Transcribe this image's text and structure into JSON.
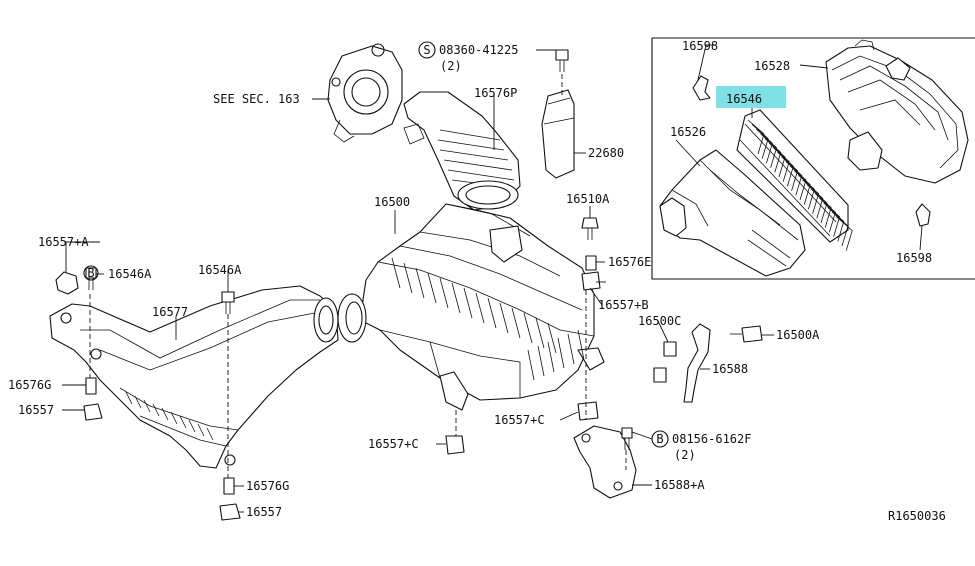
{
  "diagram_id": "R1650036",
  "callouts": [
    {
      "key": "c16598a",
      "text": "16598"
    },
    {
      "key": "c16528",
      "text": "16528"
    },
    {
      "key": "c16546main",
      "text": "16546",
      "highlighted": true
    },
    {
      "key": "c16526",
      "text": "16526"
    },
    {
      "key": "c16598b",
      "text": "16598"
    },
    {
      "key": "cbolt1",
      "text": "08360-41225"
    },
    {
      "key": "cbolt1qty",
      "text": "(2)"
    },
    {
      "key": "c16576p",
      "text": "16576P"
    },
    {
      "key": "csee163",
      "text": "SEE SEC. 163"
    },
    {
      "key": "c22680",
      "text": "22680"
    },
    {
      "key": "c16500",
      "text": "16500"
    },
    {
      "key": "c16510a",
      "text": "16510A"
    },
    {
      "key": "c16557a",
      "text": "16557+A"
    },
    {
      "key": "c16546a1",
      "text": "16546A"
    },
    {
      "key": "c16546a2",
      "text": "16546A"
    },
    {
      "key": "c16577",
      "text": "16577"
    },
    {
      "key": "c16576e",
      "text": "16576E"
    },
    {
      "key": "c16557b",
      "text": "16557+B"
    },
    {
      "key": "c16500c",
      "text": "16500C"
    },
    {
      "key": "c16500a",
      "text": "16500A"
    },
    {
      "key": "c16588",
      "text": "16588"
    },
    {
      "key": "c16576g1",
      "text": "16576G"
    },
    {
      "key": "c16557_1",
      "text": "16557"
    },
    {
      "key": "c16557c1",
      "text": "16557+C"
    },
    {
      "key": "c16557c2",
      "text": "16557+C"
    },
    {
      "key": "cbolt2",
      "text": "08156-6162F"
    },
    {
      "key": "cbolt2qty",
      "text": "(2)"
    },
    {
      "key": "c16588a",
      "text": "16588+A"
    },
    {
      "key": "c16576g2",
      "text": "16576G"
    },
    {
      "key": "c16557_2",
      "text": "16557"
    }
  ],
  "symbols": {
    "s_mark": "S",
    "b_mark1": "B",
    "b_mark2": "B"
  },
  "colors": {
    "line": "#111111",
    "highlight": "#7fe0e6",
    "background": "#ffffff"
  }
}
